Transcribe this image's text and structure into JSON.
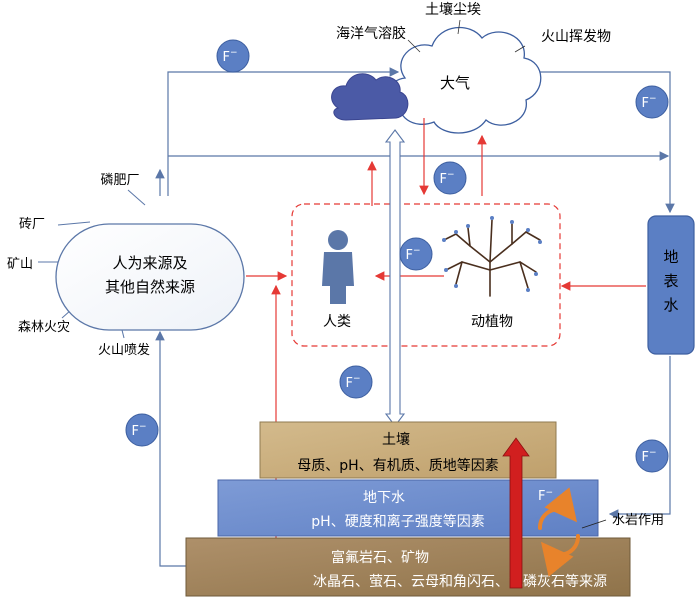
{
  "colors": {
    "flow_blue": "#5b77a8",
    "human_red": "#e53935",
    "badge_fill": "#5b7fc4",
    "badge_stroke": "#3d5fa0",
    "surface_water": "#5b7fc4",
    "soil_layer": "#c8ad7e",
    "groundwater_layer": "#6f8fce",
    "rock_layer": "#a2855a",
    "dark_cloud": "#4b5aa6",
    "big_arrow": "#d11f1f",
    "cycle_arrow": "#e8832b"
  },
  "labels": {
    "dust": "土壤尘埃",
    "aerosol": "海洋气溶胶",
    "volcanic_volatiles": "火山挥发物",
    "atmosphere": "大气",
    "phosphate_plant": "磷肥厂",
    "brick_factory": "砖厂",
    "mine": "矿山",
    "forest_fire": "森林火灾",
    "volcano_eruption": "火山喷发",
    "source_line1": "人为来源及",
    "source_line2": "其他自然来源",
    "humans": "人类",
    "biota": "动植物",
    "surface_water_1": "地",
    "surface_water_2": "表",
    "surface_water_3": "水",
    "soil_title": "土壤",
    "soil_factors": "母质、pH、有机质、质地等因素",
    "groundwater_title": "地下水",
    "groundwater_factors": "pH、硬度和离子强度等因素",
    "water_rock": "水岩作用",
    "rock_title": "富氟岩石、矿物",
    "rock_minerals": "冰晶石、萤石、云母和角闪石、氟磷灰石等来源"
  },
  "badges": {
    "fluoride": "F"
  },
  "icons": [
    "cloud-icon",
    "person-icon",
    "tree-icon",
    "cycle-icon"
  ]
}
